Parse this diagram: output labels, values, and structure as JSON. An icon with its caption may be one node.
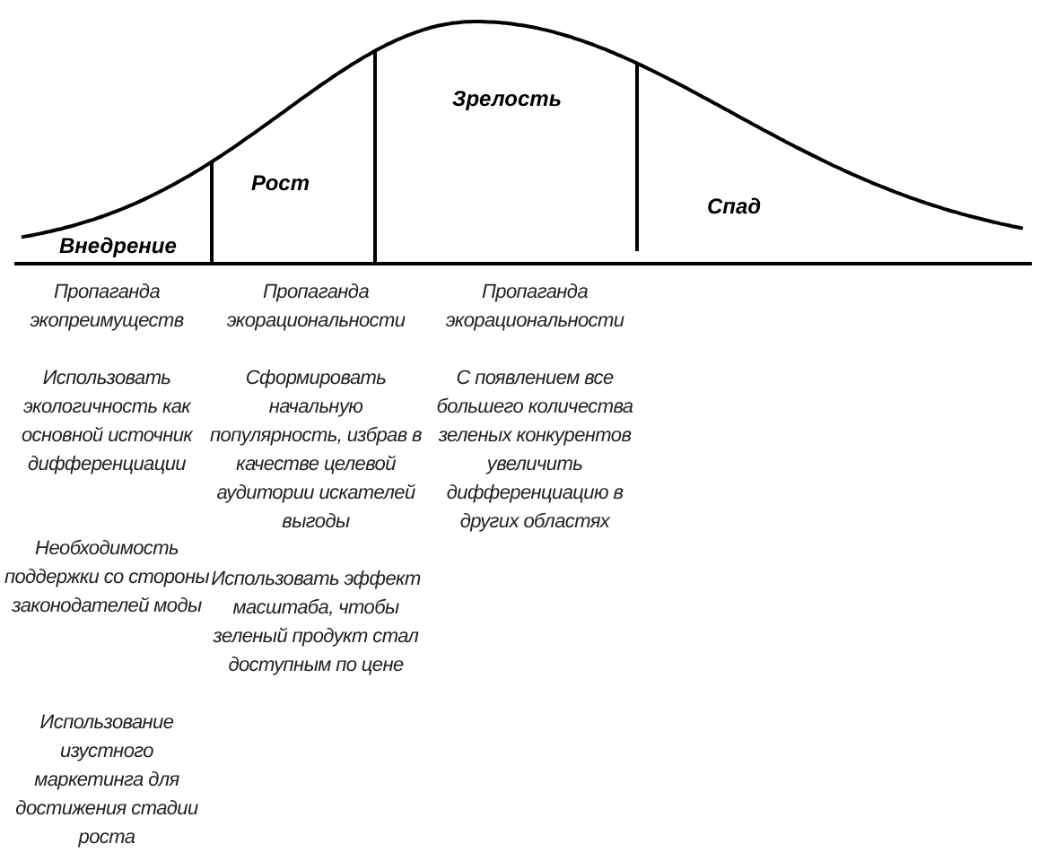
{
  "diagram": {
    "labels": [
      "Внедрение",
      "Рост",
      "Зрелость",
      "Спад",
      "Пропаганда экопреимуществ",
      "Пропаганда экорациональности",
      "Пропаганда экорациональности",
      "Использовать экологичность как основной источник дифференциации",
      "Сформировать начальную популярность, избрав в качестве целевой аудитории искателей выгоды",
      "С появлением все большего количества зеленых конкурентов увеличить дифференциацию в других областях",
      "Необходимость поддержки со стороны законодателей моды",
      "Использовать эффект масштаба, чтобы зеленый продукт стал доступным по цене",
      "Использование изустного маркетинга для достижения стадии роста"
    ]
  }
}
